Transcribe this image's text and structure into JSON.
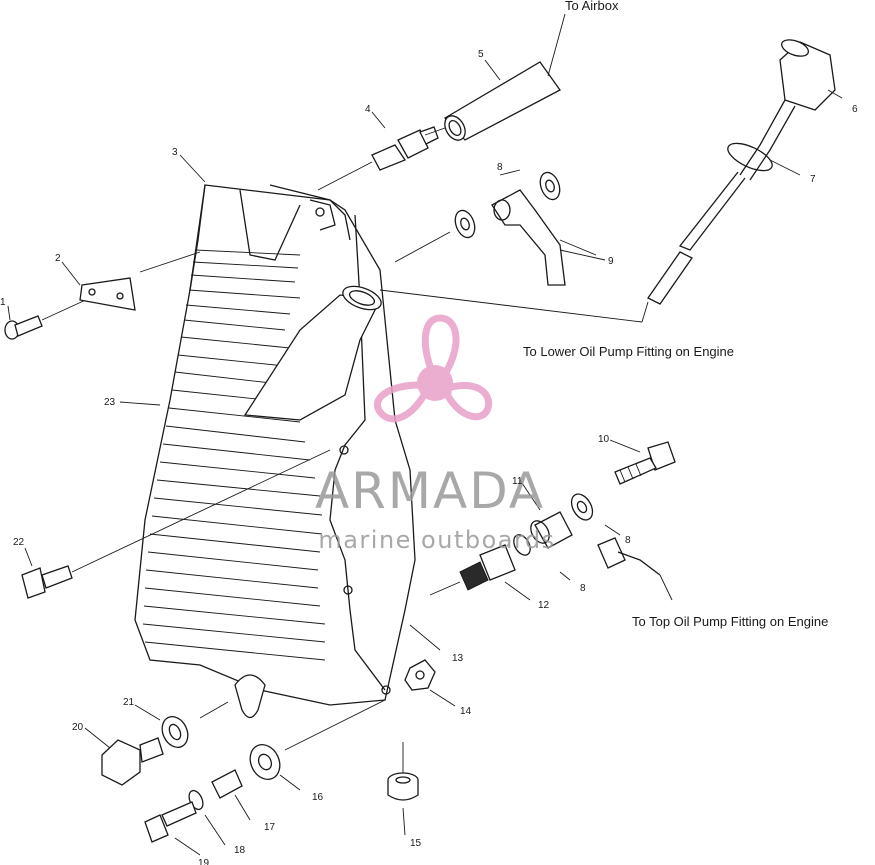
{
  "annotations": {
    "to_airbox": "To Airbox",
    "to_lower_oil_pump": "To Lower Oil Pump Fitting on Engine",
    "to_top_oil_pump": "To Top Oil Pump Fitting on Engine"
  },
  "callouts": {
    "c1": "1",
    "c2": "2",
    "c3": "3",
    "c4": "4",
    "c5": "5",
    "c6": "6",
    "c7": "7",
    "c8a": "8",
    "c8b": "8",
    "c8c": "8",
    "c9": "9",
    "c10": "10",
    "c11": "11",
    "c12": "12",
    "c13": "13",
    "c14": "14",
    "c15": "15",
    "c16": "16",
    "c17": "17",
    "c18": "18",
    "c19": "19",
    "c20": "20",
    "c21": "21",
    "c22": "22",
    "c23": "23"
  },
  "watermark": {
    "brand": "ARMADA",
    "tagline": "marine outboards",
    "brand_color": "#e8a0c8",
    "text_color": "#999999"
  }
}
